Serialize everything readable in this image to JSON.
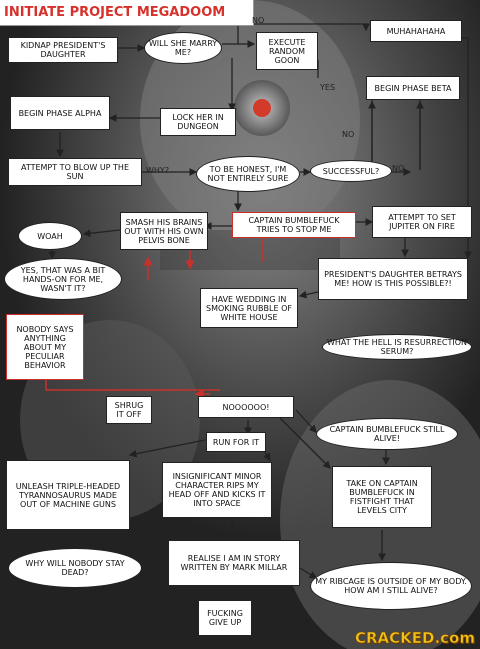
{
  "title": "INITIATE PROJECT MEGADOOM",
  "brand": "CRACKED.com",
  "nodes": {
    "kidnap": "KIDNAP PRESIDENT'S DAUGHTER",
    "marry": "WILL SHE MARRY ME?",
    "execute": "EXECUTE RANDOM GOON",
    "muha": "MUHAHAHAHA",
    "beta": "BEGIN PHASE BETA",
    "alpha": "BEGIN PHASE ALPHA",
    "lock": "LOCK HER IN DUNGEON",
    "sun": "ATTEMPT TO BLOW UP THE SUN",
    "honest": "TO BE HONEST, I'M NOT ENTIRELY SURE",
    "successful": "SUCCESSFUL?",
    "woah": "WOAH",
    "smash": "SMASH HIS BRAINS OUT WITH HIS OWN PELVIS BONE",
    "captain_tries": "CAPTAIN BUMBLEFUCK TRIES TO STOP ME",
    "jupiter": "ATTEMPT TO SET JUPITER ON FIRE",
    "yes_hands": "YES, THAT WAS A BIT HANDS-ON FOR ME, WASN'T IT?",
    "betrays": "PRESIDENT'S DAUGHTER BETRAYS ME! HOW IS THIS POSSIBLE?!",
    "wedding": "HAVE WEDDING IN SMOKING RUBBLE OF WHITE HOUSE",
    "nobody": "NOBODY SAYS ANYTHING ABOUT MY PECULIAR BEHAVIOR",
    "serum": "WHAT THE HELL IS RESURRECTION SERUM?",
    "shrug": "SHRUG IT OFF",
    "nooo": "NOOOOOO!",
    "alive": "CAPTAIN BUMBLEFUCK STILL ALIVE!",
    "run": "RUN FOR IT",
    "trex": "UNLEASH TRIPLE-HEADED TYRANNOSAURUS MADE OUT OF MACHINE GUNS",
    "minor": "INSIGNIFICANT MINOR CHARACTER RIPS MY HEAD OFF AND KICKS IT INTO SPACE",
    "fistfight": "TAKE ON CAPTAIN BUMBLEFUCK IN FISTFIGHT THAT LEVELS CITY",
    "dead": "WHY WILL NOBODY STAY DEAD?",
    "millar": "REALISE I AM IN STORY WRITTEN BY MARK MILLAR",
    "ribcage": "MY RIBCAGE IS OUTSIDE OF MY BODY. HOW AM I STILL ALIVE?",
    "giveup": "FUCKING GIVE UP"
  },
  "edge_labels": {
    "no_top": "NO",
    "yes": "YES",
    "no_mid": "NO",
    "why": "WHY?",
    "no_succ": "NO"
  },
  "colors": {
    "accent_red": "#d6312b",
    "brand_yellow": "#f0c21a",
    "line": "#222222"
  }
}
